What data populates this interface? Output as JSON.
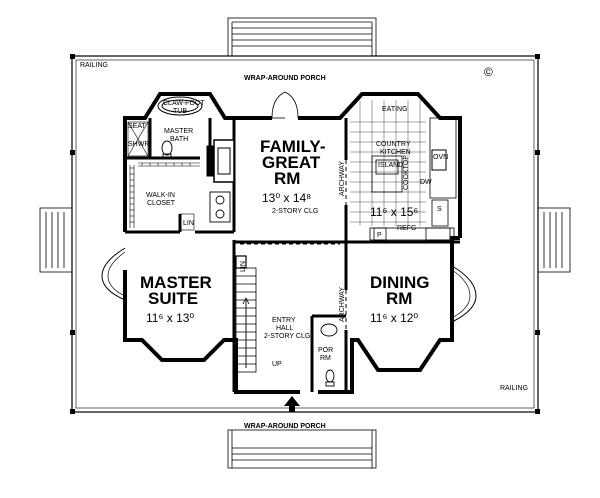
{
  "labels": {
    "porch_top": "WRAP-AROUND PORCH",
    "porch_bottom": "WRAP-AROUND PORCH",
    "railing_top": "RAILING",
    "railing_bottom": "RAILING",
    "copyright": "©",
    "clawfoot": "CLAW-FOOT",
    "tub": "TUB",
    "master_bath_1": "MASTER",
    "master_bath_2": "BATH",
    "seat": "SEAT",
    "shwr": "SHWR",
    "walkin_1": "WALK-IN",
    "walkin_2": "CLOSET",
    "lin_upper": "LIN",
    "family_1": "FAMILY-",
    "family_2": "GREAT",
    "family_3": "RM",
    "family_dim": "13⁰ x 14⁸",
    "family_clg": "2-STORY CLG",
    "archway_1": "ARCHWAY",
    "archway_2": "ARCHWAY",
    "eating": "EATING",
    "country_1": "COUNTRY",
    "country_2": "KITCHEN",
    "island": "ISLAND",
    "cooktop": "COOKTOP",
    "ovn": "OVN",
    "dw": "DW",
    "kitchen_dim": "11⁶ x 15⁶",
    "p": "P",
    "refg": "REFG",
    "s": "S",
    "master_suite_1": "MASTER",
    "master_suite_2": "SUITE",
    "master_dim": "11⁶ x 13⁰",
    "lin_lower": "LIN",
    "entry_1": "ENTRY",
    "entry_2": "HALL",
    "entry_clg": "2-STORY CLG",
    "up": "UP",
    "por_1": "POR",
    "por_2": "RM",
    "dining_1": "DINING",
    "dining_2": "RM",
    "dining_dim": "11⁶ x 12⁰"
  }
}
